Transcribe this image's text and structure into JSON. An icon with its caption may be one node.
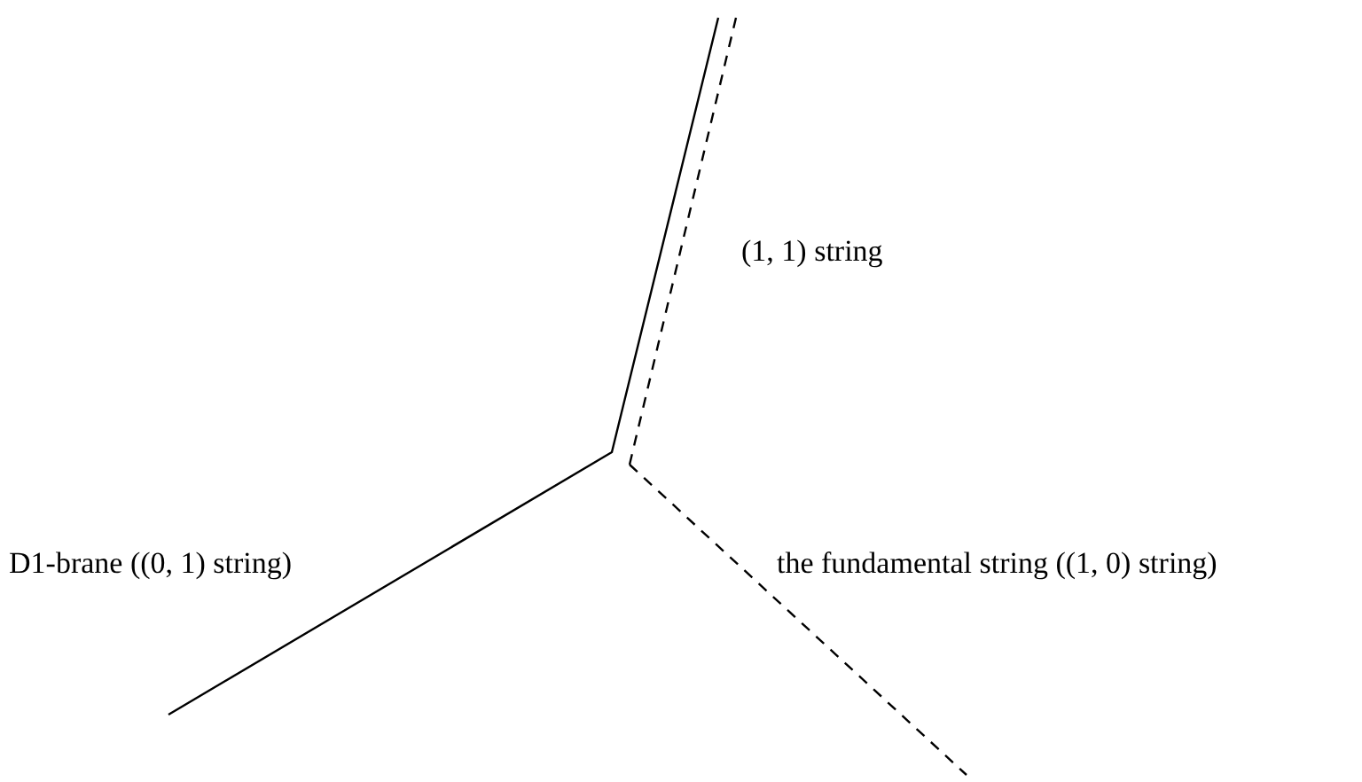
{
  "diagram": {
    "labels": [
      "(1, 1) string",
      "D1-brane ((0, 1) string)",
      "the fundamental string ((1, 0) string)"
    ]
  }
}
